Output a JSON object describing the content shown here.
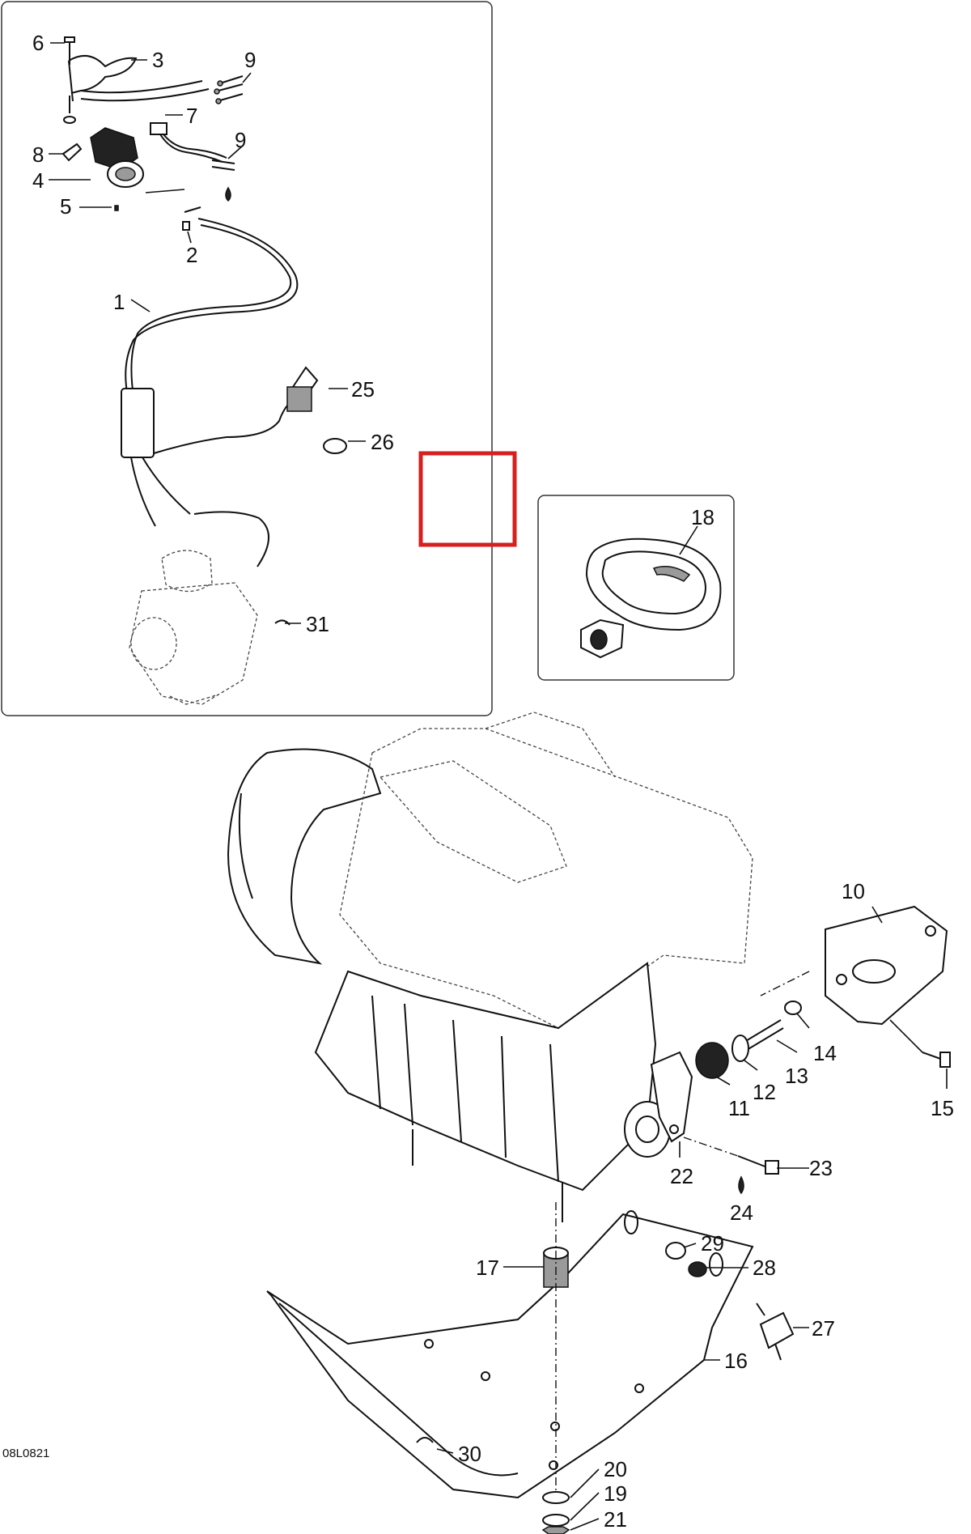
{
  "figure_code": "08L0821",
  "callouts": {
    "c1": "1",
    "c2": "2",
    "c3": "3",
    "c4": "4",
    "c5": "5",
    "c6": "6",
    "c7": "7",
    "c8": "8",
    "c9a": "9",
    "c9b": "9",
    "c10": "10",
    "c11": "11",
    "c12": "12",
    "c13": "13",
    "c14": "14",
    "c15": "15",
    "c16": "16",
    "c17": "17",
    "c18": "18",
    "c19": "19",
    "c20": "20",
    "c21": "21",
    "c22": "22",
    "c23": "23",
    "c24": "24",
    "c25": "25",
    "c26": "26",
    "c27": "27",
    "c28": "28",
    "c29": "29",
    "c30": "30",
    "c31": "31"
  },
  "colors": {
    "line": "#111111",
    "highlight": "#d62020",
    "fill": "#9a9a9a"
  }
}
